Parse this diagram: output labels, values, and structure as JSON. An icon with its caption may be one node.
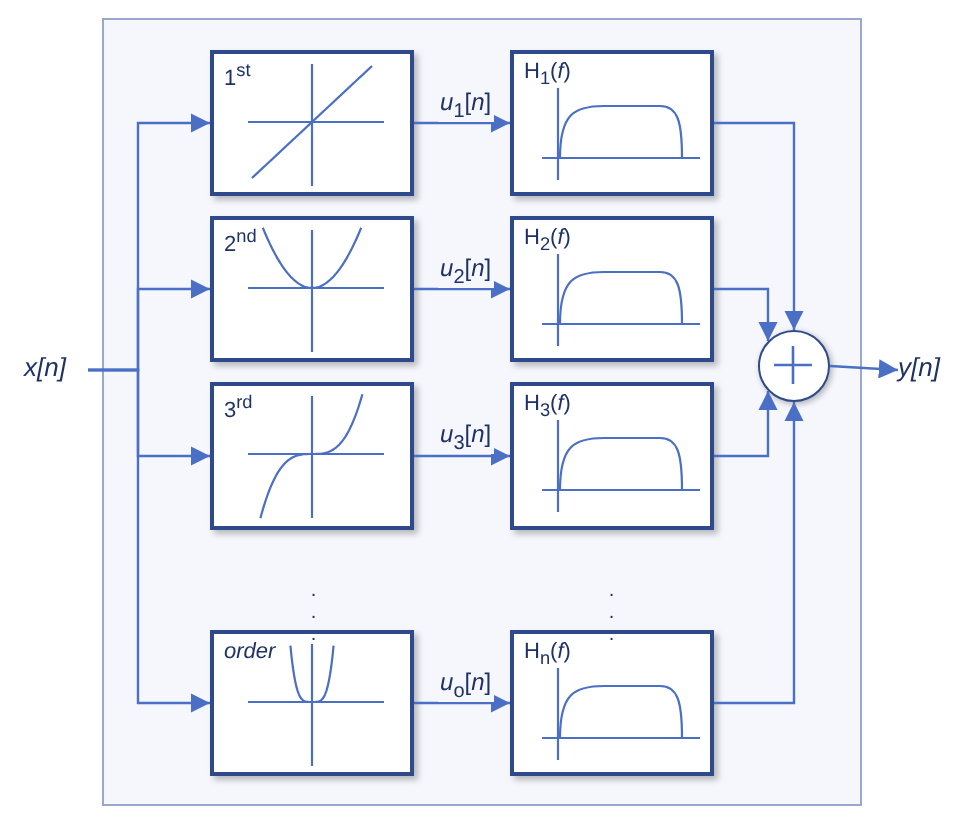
{
  "diagram": {
    "nodes": [
      {
        "text": [],
        "shape": "box"
      },
      {
        "text": [
          "x[n]"
        ]
      },
      {
        "text": [
          "1$^{st}$"
        ],
        "in": 0
      },
      {
        "text": [
          "H$_{1}$(*f*)"
        ],
        "in": 0
      },
      {
        "text": [
          "2$^{nd}$"
        ],
        "in": 0
      },
      {
        "text": [
          "H$_{2}$(*f*)"
        ],
        "in": 0
      },
      {
        "text": [
          "3$^{rd}$"
        ],
        "in": 0
      },
      {
        "text": [
          "H$_{3}$(*f*)"
        ],
        "in": 0
      },
      {
        "text": [
          "order"
        ],
        "in": 0
      },
      {
        "text": [
          "H$_{n}$(*f*)"
        ],
        "in": 0
      },
      {
        "text": [],
        "shape": "circle",
        "in": 0
      },
      {
        "text": [
          "y[n]"
        ]
      }
    ],
    "edges": [
      {
        "from": 1,
        "to": 2,
        "arrow": "to"
      },
      {
        "from": 1,
        "to": 4,
        "arrow": "to"
      },
      {
        "from": 1,
        "to": 6,
        "arrow": "to"
      },
      {
        "from": 1,
        "to": 8,
        "arrow": "to"
      },
      {
        "from": 2,
        "to": 3,
        "arrow": "to",
        "label": "*u*$_{1}$[*n*]"
      },
      {
        "from": 4,
        "to": 5,
        "arrow": "to",
        "label": "*u*$_{2}$[*n*]"
      },
      {
        "from": 6,
        "to": 7,
        "arrow": "to",
        "label": "*u*$_{3}$[*n*]"
      },
      {
        "from": 8,
        "to": 9,
        "arrow": "to",
        "label": "*u*$_{o}$[*n*]"
      },
      {
        "from": 3,
        "to": 10,
        "arrow": "to"
      },
      {
        "from": 5,
        "to": 10,
        "arrow": "to"
      },
      {
        "from": 7,
        "to": 10,
        "arrow": "to"
      },
      {
        "from": 9,
        "to": 10,
        "arrow": "to"
      },
      {
        "from": 10,
        "to": 11,
        "arrow": "to"
      }
    ],
    "labels": [
      ". . .",
      ". . ."
    ]
  }
}
